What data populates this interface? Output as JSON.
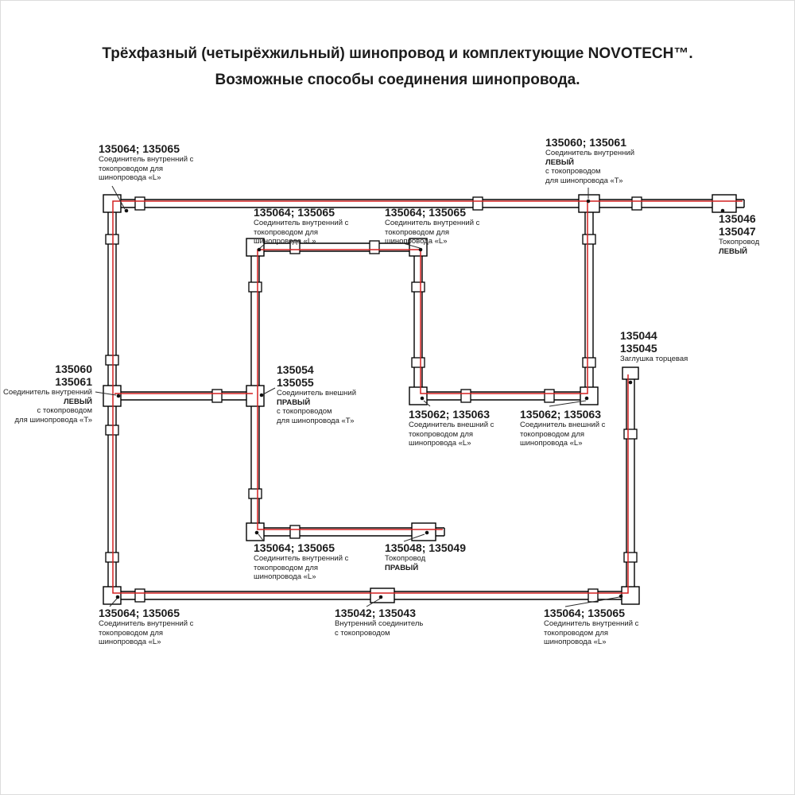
{
  "title": {
    "line1": "Трёхфазный (четырёхжильный) шинопровод и комплектующие NOVOTECH™.",
    "line2": "Возможные способы соединения шинопровода."
  },
  "colors": {
    "track": "#000000",
    "conductor": "#d42020",
    "background": "#ffffff"
  },
  "labels": {
    "top_left_l": {
      "code": "135064; 135065",
      "l1": "Соединитель внутренний с",
      "l2": "токопроводом для",
      "l3": "шинопровода «L»"
    },
    "top_right_t": {
      "code": "135060; 135061",
      "l1": "Соединитель внутренний",
      "l2": "ЛЕВЫЙ",
      "l3": "с токопроводом",
      "l4": "для шинопровода «Т»"
    },
    "feed_left": {
      "code1": "135046",
      "code2": "135047",
      "l1": "Токопровод",
      "l2": "ЛЕВЫЙ"
    },
    "inner_top_1": {
      "code": "135064; 135065",
      "l1": "Соединитель внутренний с",
      "l2": "токопроводом для",
      "l3": "шинопровода «L»"
    },
    "inner_top_2": {
      "code": "135064; 135065",
      "l1": "Соединитель внутренний с",
      "l2": "токопроводом для",
      "l3": "шинопровода «L»"
    },
    "end_cap": {
      "code1": "135044",
      "code2": "135045",
      "l1": "Заглушка торцевая"
    },
    "left_t": {
      "code1": "135060",
      "code2": "135061",
      "l1": "Соединитель внутренний",
      "l2": "ЛЕВЫЙ",
      "l3": "с токопроводом",
      "l4": "для шинопровода «Т»"
    },
    "center_t": {
      "code1": "135054",
      "code2": "135055",
      "l1": "Соединитель внешний",
      "l2": "ПРАВЫЙ",
      "l3": "с токопроводом",
      "l4": "для шинопровода «Т»"
    },
    "outer_l_1": {
      "code": "135062; 135063",
      "l1": "Соединитель внешний с",
      "l2": "токопроводом для",
      "l3": "шинопровода «L»"
    },
    "outer_l_2": {
      "code": "135062; 135063",
      "l1": "Соединитель внешний с",
      "l2": "токопроводом для",
      "l3": "шинопровода «L»"
    },
    "bottom_inner_l": {
      "code": "135064; 135065",
      "l1": "Соединитель внутренний с",
      "l2": "токопроводом для",
      "l3": "шинопровода «L»"
    },
    "feed_right": {
      "code": "135048; 135049",
      "l1": "Токопровод",
      "l2": "ПРАВЫЙ"
    },
    "bottom_left_l": {
      "code": "135064; 135065",
      "l1": "Соединитель внутренний с",
      "l2": "токопроводом для",
      "l3": "шинопровода «L»"
    },
    "straight_conn": {
      "code": "135042; 135043",
      "l1": "Внутренний соединитель",
      "l2": "с токопроводом"
    },
    "bottom_right_l": {
      "code": "135064; 135065",
      "l1": "Соединитель внутренний с",
      "l2": "токопроводом для",
      "l3": "шинопровода «L»"
    }
  }
}
